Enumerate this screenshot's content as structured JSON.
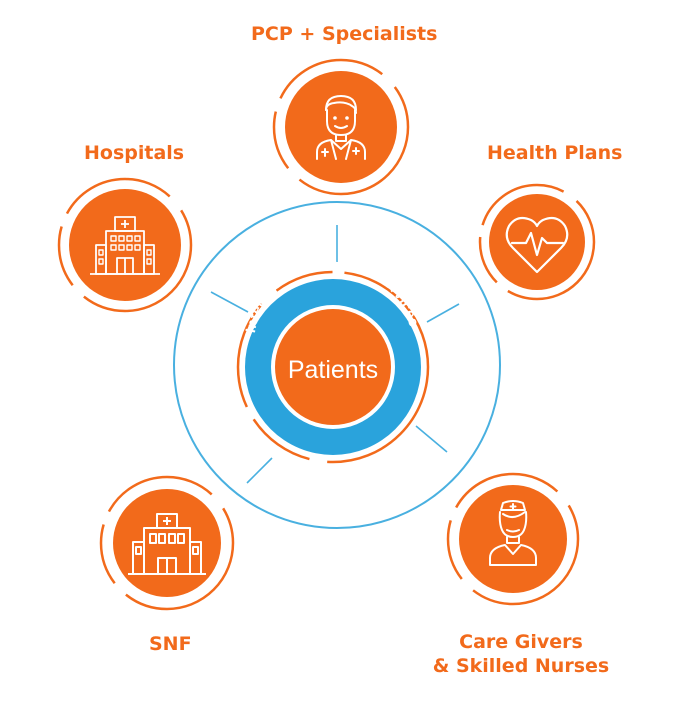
{
  "colors": {
    "orange": "#f26a1b",
    "blue": "#2aa3dc",
    "ring_line": "#49b0e0",
    "white": "#ffffff"
  },
  "center": {
    "ring_text": "Integrated Home Care Services",
    "label": "Patients"
  },
  "nodes": [
    {
      "id": "pcp",
      "label": "PCP + Specialists",
      "icon": "doctor-icon"
    },
    {
      "id": "health",
      "label": "Health Plans",
      "icon": "heartbeat-icon"
    },
    {
      "id": "care",
      "label_line1": "Care Givers",
      "label_line2": "& Skilled Nurses",
      "icon": "nurse-icon"
    },
    {
      "id": "snf",
      "label": "SNF",
      "icon": "facility-icon"
    },
    {
      "id": "hospitals",
      "label": "Hospitals",
      "icon": "hospital-icon"
    }
  ]
}
